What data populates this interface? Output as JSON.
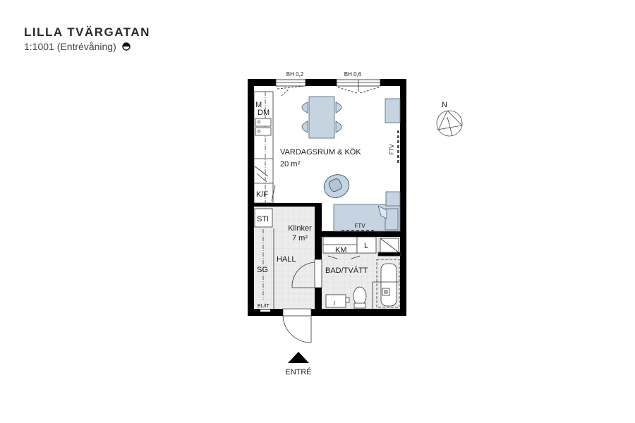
{
  "header": {
    "title": "LILLA TVÄRGATAN",
    "subtitle": "1:1001 (Entrévåning)",
    "floor_icon": "half-filled-circle-icon"
  },
  "windows": [
    {
      "label": "BH 0,2"
    },
    {
      "label": "BH 0,6"
    }
  ],
  "rooms": {
    "living": {
      "name": "VARDAGSRUM & KÖK",
      "area": "20 m²"
    },
    "hall": {
      "name": "HALL",
      "floor": "Klinker",
      "area": "7 m²"
    },
    "bath": {
      "name": "BAD/TVÄTT"
    }
  },
  "fixtures": {
    "m": "M",
    "dm": "DM",
    "kf": "K/F",
    "sti": "STI",
    "sg": "SG",
    "elit": "EL/IT",
    "km": "KM",
    "l": "L",
    "ftv_wall": "FTV",
    "ftv_sofa": "FTV"
  },
  "entrance": {
    "label": "ENTRÉ"
  },
  "compass": {
    "label": "N"
  },
  "colors": {
    "wall": "#000000",
    "furniture": "#c5d4e0",
    "furniture_stroke": "#4a6478",
    "tile": "#e8e8e8"
  }
}
